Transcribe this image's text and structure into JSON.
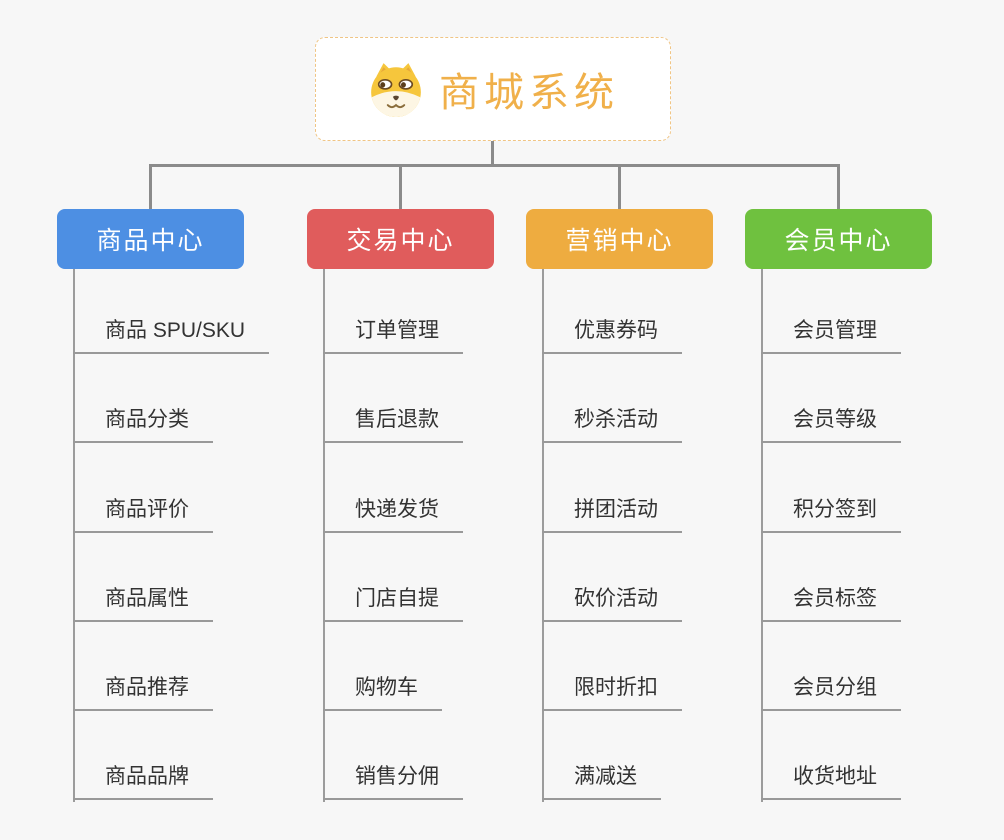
{
  "root": {
    "title": "商城系统",
    "icon": "dog-face-icon",
    "title_color": "#F0B04A",
    "box_border_color": "#F0C585"
  },
  "connector_color": "#8B8B8B",
  "branches": [
    {
      "label": "商品中心",
      "color": "#4D8FE3",
      "children": [
        "商品 SPU/SKU",
        "商品分类",
        "商品评价",
        "商品属性",
        "商品推荐",
        "商品品牌"
      ]
    },
    {
      "label": "交易中心",
      "color": "#E05C5C",
      "children": [
        "订单管理",
        "售后退款",
        "快递发货",
        "门店自提",
        "购物车",
        "销售分佣"
      ]
    },
    {
      "label": "营销中心",
      "color": "#EEAC40",
      "children": [
        "优惠券码",
        "秒杀活动",
        "拼团活动",
        "砍价活动",
        "限时折扣",
        "满减送"
      ]
    },
    {
      "label": "会员中心",
      "color": "#6FC13F",
      "children": [
        "会员管理",
        "会员等级",
        "积分签到",
        "会员标签",
        "会员分组",
        "收货地址"
      ]
    }
  ]
}
